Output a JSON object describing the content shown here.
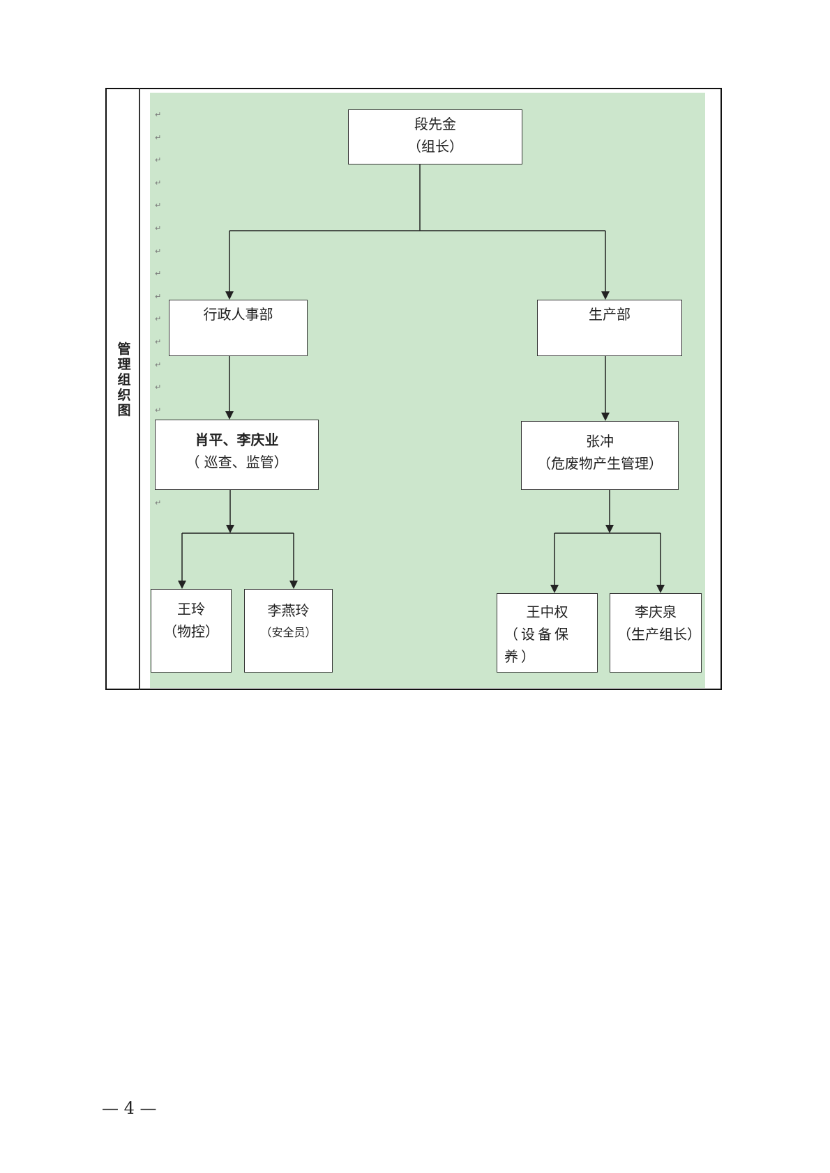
{
  "section_label": "管理组织图",
  "return_mark": "↵",
  "org": {
    "leader": {
      "name": "段先金",
      "role": "（组长）"
    },
    "dept_admin": {
      "name": "行政人事部"
    },
    "dept_production": {
      "name": "生产部"
    },
    "admin_lead": {
      "name": "肖平、李庆业",
      "role": "（ 巡查、监管）"
    },
    "production_lead": {
      "name": "张冲",
      "role": "（危废物产生管理）"
    },
    "admin_staff": [
      {
        "name": "王玲",
        "role": "（物控）"
      },
      {
        "name": "李燕玲",
        "role": "（安全员）"
      }
    ],
    "production_staff": [
      {
        "name": "王中权",
        "role": "（设备保养）"
      },
      {
        "name": "李庆泉",
        "role": "（生产组长）"
      }
    ]
  },
  "page_number": "— 4 —"
}
